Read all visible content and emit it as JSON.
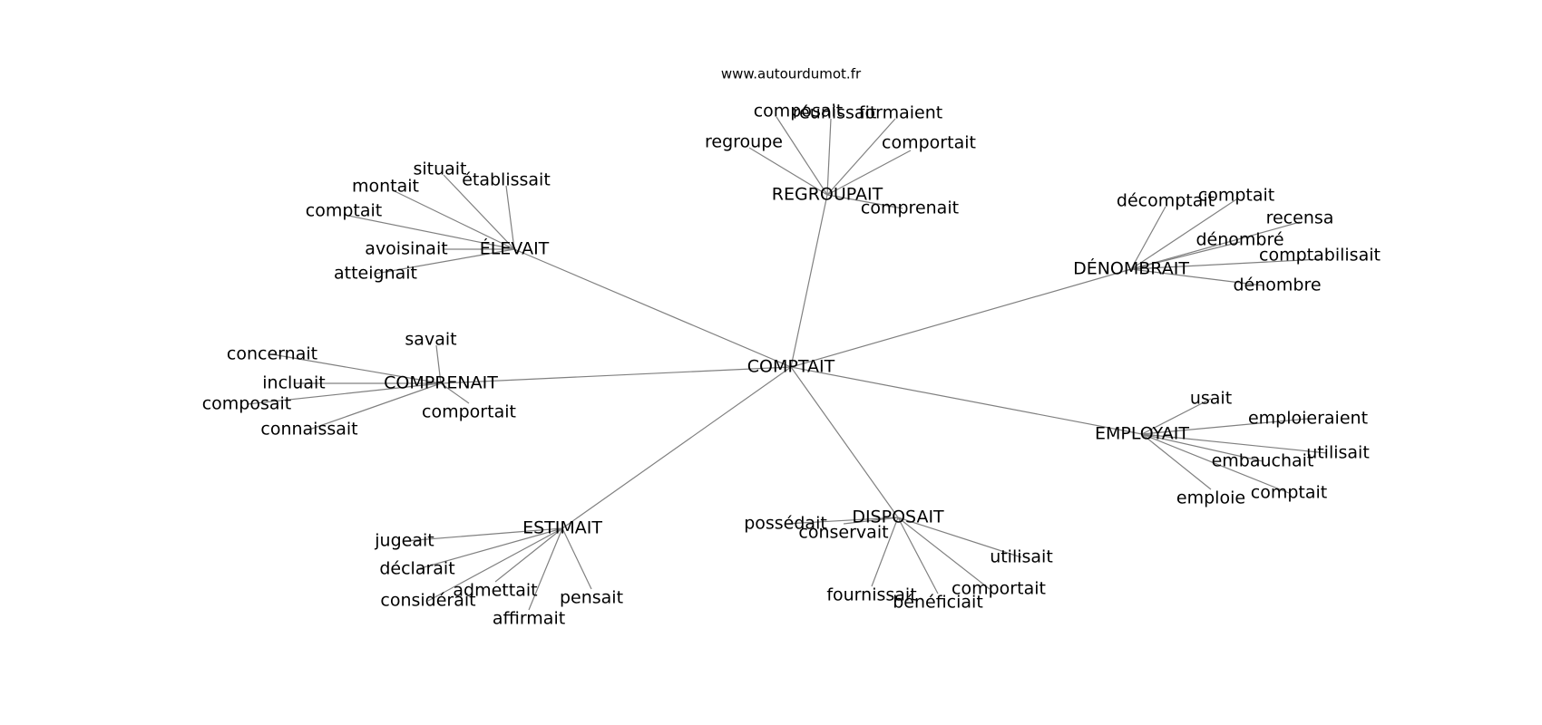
{
  "watermark": "www.autourdumot.fr",
  "center": "COMPTAIT",
  "hubs": [
    {
      "id": "regroupait",
      "label": "REGROUPAIT",
      "leaves": [
        "composait",
        "réunissait",
        "formaient",
        "regroupe",
        "comportait",
        "comprenait"
      ]
    },
    {
      "id": "elevait",
      "label": "ÉLEVAIT",
      "leaves": [
        "situait",
        "établissait",
        "montait",
        "comptait",
        "avoisinait",
        "atteignait"
      ]
    },
    {
      "id": "denombrait",
      "label": "DÉNOMBRAIT",
      "leaves": [
        "décomptait",
        "comptait",
        "recensa",
        "dénombré",
        "comptabilisait",
        "dénombre"
      ]
    },
    {
      "id": "comprenait",
      "label": "COMPRENAIT",
      "leaves": [
        "savait",
        "concernait",
        "incluait",
        "composait",
        "connaissait",
        "comportait"
      ]
    },
    {
      "id": "employait",
      "label": "EMPLOYAIT",
      "leaves": [
        "usait",
        "emploieraient",
        "utilisait",
        "embauchait",
        "comptait",
        "emploie"
      ]
    },
    {
      "id": "estimait",
      "label": "ESTIMAIT",
      "leaves": [
        "jugeait",
        "déclarait",
        "admettait",
        "considérait",
        "pensait",
        "affirmait"
      ]
    },
    {
      "id": "disposait",
      "label": "DISPOSAIT",
      "leaves": [
        "possédait",
        "conservait",
        "utilisait",
        "comportait",
        "fournissait",
        "bénéficiait"
      ]
    }
  ]
}
